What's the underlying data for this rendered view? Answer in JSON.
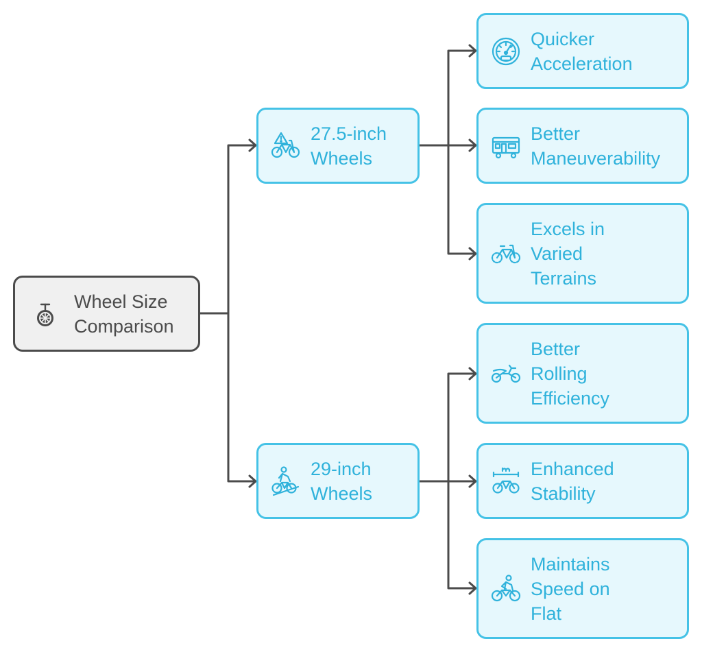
{
  "diagram": {
    "root": {
      "label": "Wheel Size\nComparison",
      "icon": "unicycle-icon"
    },
    "branches": [
      {
        "label": "27.5-inch\nWheels",
        "icon": "bike-warning-icon",
        "children": [
          {
            "label": "Quicker\nAcceleration",
            "icon": "speedometer-icon"
          },
          {
            "label": "Better\nManeuverability",
            "icon": "camper-van-icon"
          },
          {
            "label": "Excels in\nVaried\nTerrains",
            "icon": "mountain-bike-icon"
          }
        ]
      },
      {
        "label": "29-inch\nWheels",
        "icon": "downhill-cyclist-icon",
        "children": [
          {
            "label": "Better\nRolling\nEfficiency",
            "icon": "motorbike-icon"
          },
          {
            "label": "Enhanced\nStability",
            "icon": "bike-measure-icon"
          },
          {
            "label": "Maintains\nSpeed on\nFlat",
            "icon": "cyclist-icon"
          }
        ]
      }
    ],
    "colors": {
      "accent": "#45c2e6",
      "accent_text": "#2fb2db",
      "node_fill": "#e6f8fd",
      "root_border": "#4b4b4b",
      "root_fill": "#f0f0f0",
      "connector": "#4b4b4b"
    }
  }
}
